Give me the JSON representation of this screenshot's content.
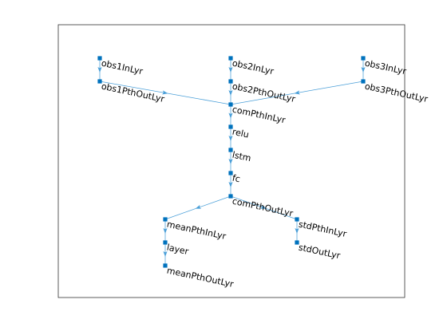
{
  "colors": {
    "node": "#0072BD",
    "edge": "#4A9FD8",
    "frame": "#262626",
    "background": "#ffffff"
  },
  "nodes": [
    {
      "id": "obs1InLyr",
      "label": "obs1InLyr"
    },
    {
      "id": "obs1PthOutLyr",
      "label": "obs1PthOutLyr"
    },
    {
      "id": "obs2InLyr",
      "label": "obs2InLyr"
    },
    {
      "id": "obs2PthOutLyr",
      "label": "obs2PthOutLyr"
    },
    {
      "id": "obs3InLyr",
      "label": "obs3InLyr"
    },
    {
      "id": "obs3PthOutLyr",
      "label": "obs3PthOutLyr"
    },
    {
      "id": "comPthInLyr",
      "label": "comPthInLyr"
    },
    {
      "id": "relu",
      "label": "relu"
    },
    {
      "id": "lstm",
      "label": "lstm"
    },
    {
      "id": "fc",
      "label": "fc"
    },
    {
      "id": "comPthOutLyr",
      "label": "comPthOutLyr"
    },
    {
      "id": "meanPthInLyr",
      "label": "meanPthInLyr"
    },
    {
      "id": "layer",
      "label": "layer"
    },
    {
      "id": "meanPthOutLyr",
      "label": "meanPthOutLyr"
    },
    {
      "id": "stdPthInLyr",
      "label": "stdPthInLyr"
    },
    {
      "id": "stdOutLyr",
      "label": "stdOutLyr"
    }
  ],
  "edges": [
    {
      "from": "obs1InLyr",
      "to": "obs1PthOutLyr"
    },
    {
      "from": "obs2InLyr",
      "to": "obs2PthOutLyr"
    },
    {
      "from": "obs3InLyr",
      "to": "obs3PthOutLyr"
    },
    {
      "from": "obs1PthOutLyr",
      "to": "comPthInLyr"
    },
    {
      "from": "obs2PthOutLyr",
      "to": "comPthInLyr"
    },
    {
      "from": "obs3PthOutLyr",
      "to": "comPthInLyr"
    },
    {
      "from": "comPthInLyr",
      "to": "relu"
    },
    {
      "from": "relu",
      "to": "lstm"
    },
    {
      "from": "lstm",
      "to": "fc"
    },
    {
      "from": "fc",
      "to": "comPthOutLyr"
    },
    {
      "from": "comPthOutLyr",
      "to": "meanPthInLyr"
    },
    {
      "from": "comPthOutLyr",
      "to": "stdPthInLyr"
    },
    {
      "from": "meanPthInLyr",
      "to": "layer"
    },
    {
      "from": "layer",
      "to": "meanPthOutLyr"
    },
    {
      "from": "stdPthInLyr",
      "to": "stdOutLyr"
    }
  ]
}
